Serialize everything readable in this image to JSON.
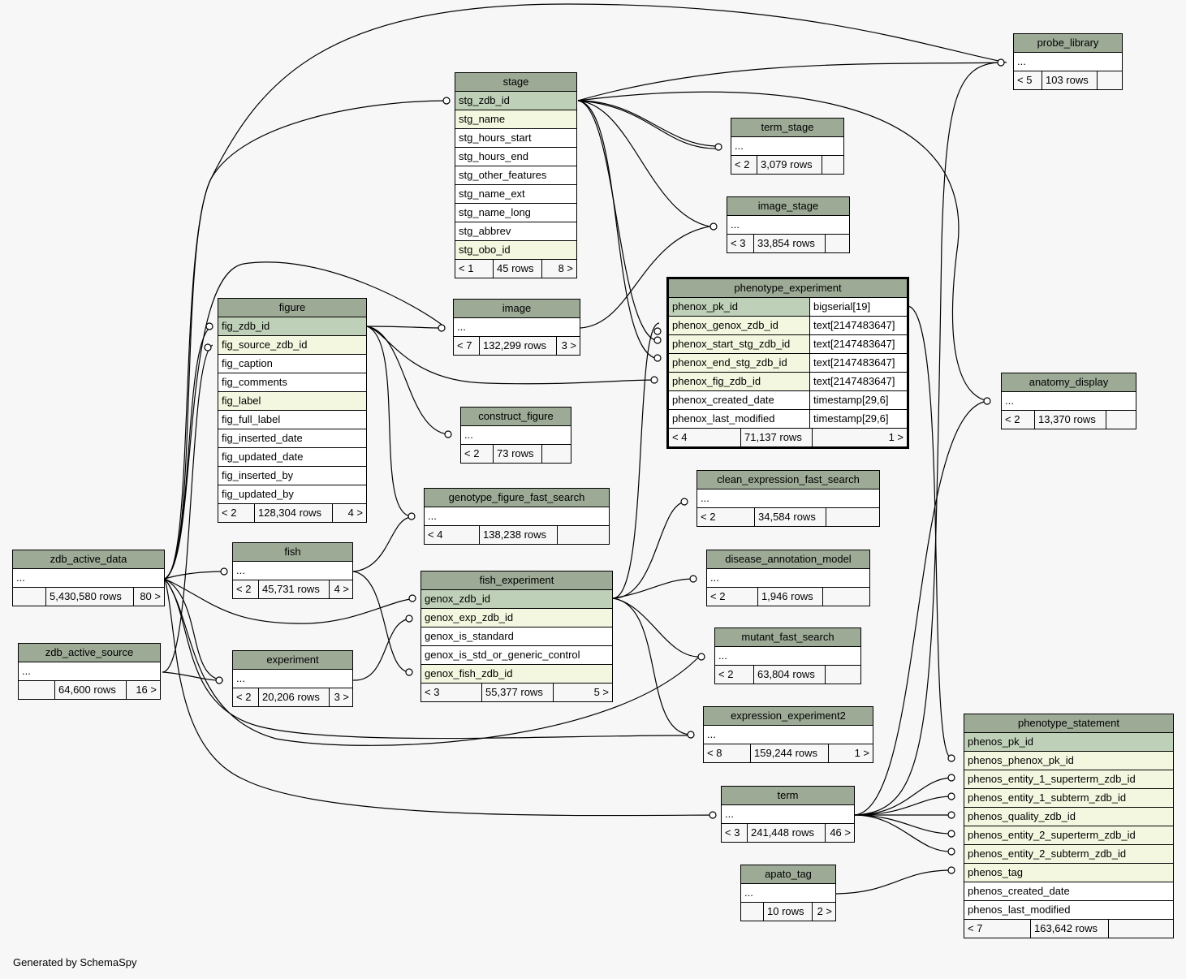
{
  "footer": "Generated by SchemaSpy",
  "colors": {
    "header": "#9caa96",
    "primary_key": "#bfd0b8",
    "foreign_key": "#f4f7df",
    "background": "#f7f7f7"
  },
  "tables": {
    "stage": {
      "name": "stage",
      "columns": [
        "stg_zdb_id",
        "stg_name",
        "stg_hours_start",
        "stg_hours_end",
        "stg_other_features",
        "stg_name_ext",
        "stg_name_long",
        "stg_abbrev",
        "stg_obo_id"
      ],
      "parents": "< 1",
      "rows": "45 rows",
      "children": "8 >"
    },
    "probe_library": {
      "name": "probe_library",
      "columns": [
        "..."
      ],
      "parents": "< 5",
      "rows": "103 rows",
      "children": ""
    },
    "term_stage": {
      "name": "term_stage",
      "columns": [
        "..."
      ],
      "parents": "< 2",
      "rows": "3,079 rows",
      "children": ""
    },
    "image_stage": {
      "name": "image_stage",
      "columns": [
        "..."
      ],
      "parents": "< 3",
      "rows": "33,854 rows",
      "children": ""
    },
    "phenotype_experiment": {
      "name": "phenotype_experiment",
      "columns": [
        {
          "name": "phenox_pk_id",
          "type": "bigserial[19]"
        },
        {
          "name": "phenox_genox_zdb_id",
          "type": "text[2147483647]"
        },
        {
          "name": "phenox_start_stg_zdb_id",
          "type": "text[2147483647]"
        },
        {
          "name": "phenox_end_stg_zdb_id",
          "type": "text[2147483647]"
        },
        {
          "name": "phenox_fig_zdb_id",
          "type": "text[2147483647]"
        },
        {
          "name": "phenox_created_date",
          "type": "timestamp[29,6]"
        },
        {
          "name": "phenox_last_modified",
          "type": "timestamp[29,6]"
        }
      ],
      "parents": "< 4",
      "rows": "71,137 rows",
      "children": "1 >"
    },
    "figure": {
      "name": "figure",
      "columns": [
        "fig_zdb_id",
        "fig_source_zdb_id",
        "fig_caption",
        "fig_comments",
        "fig_label",
        "fig_full_label",
        "fig_inserted_date",
        "fig_updated_date",
        "fig_inserted_by",
        "fig_updated_by"
      ],
      "parents": "< 2",
      "rows": "128,304 rows",
      "children": "4 >"
    },
    "image": {
      "name": "image",
      "columns": [
        "..."
      ],
      "parents": "< 7",
      "rows": "132,299 rows",
      "children": "3 >"
    },
    "construct_figure": {
      "name": "construct_figure",
      "columns": [
        "..."
      ],
      "parents": "< 2",
      "rows": "73 rows",
      "children": ""
    },
    "anatomy_display": {
      "name": "anatomy_display",
      "columns": [
        "..."
      ],
      "parents": "< 2",
      "rows": "13,370 rows",
      "children": ""
    },
    "genotype_figure_fast_search": {
      "name": "genotype_figure_fast_search",
      "columns": [
        "..."
      ],
      "parents": "< 4",
      "rows": "138,238 rows",
      "children": ""
    },
    "clean_expression_fast_search": {
      "name": "clean_expression_fast_search",
      "columns": [
        "..."
      ],
      "parents": "< 2",
      "rows": "34,584 rows",
      "children": ""
    },
    "zdb_active_data": {
      "name": "zdb_active_data",
      "columns": [
        "..."
      ],
      "parents": "",
      "rows": "5,430,580 rows",
      "children": "80 >"
    },
    "fish": {
      "name": "fish",
      "columns": [
        "..."
      ],
      "parents": "< 2",
      "rows": "45,731 rows",
      "children": "4 >"
    },
    "disease_annotation_model": {
      "name": "disease_annotation_model",
      "columns": [
        "..."
      ],
      "parents": "< 2",
      "rows": "1,946 rows",
      "children": ""
    },
    "fish_experiment": {
      "name": "fish_experiment",
      "columns": [
        "genox_zdb_id",
        "genox_exp_zdb_id",
        "genox_is_standard",
        "genox_is_std_or_generic_control",
        "genox_fish_zdb_id"
      ],
      "parents": "< 3",
      "rows": "55,377 rows",
      "children": "5 >"
    },
    "mutant_fast_search": {
      "name": "mutant_fast_search",
      "columns": [
        "..."
      ],
      "parents": "< 2",
      "rows": "63,804 rows",
      "children": ""
    },
    "zdb_active_source": {
      "name": "zdb_active_source",
      "columns": [
        "..."
      ],
      "parents": "",
      "rows": "64,600 rows",
      "children": "16 >"
    },
    "experiment": {
      "name": "experiment",
      "columns": [
        "..."
      ],
      "parents": "< 2",
      "rows": "20,206 rows",
      "children": "3 >"
    },
    "expression_experiment2": {
      "name": "expression_experiment2",
      "columns": [
        "..."
      ],
      "parents": "< 8",
      "rows": "159,244 rows",
      "children": "1 >"
    },
    "phenotype_statement": {
      "name": "phenotype_statement",
      "columns": [
        "phenos_pk_id",
        "phenos_phenox_pk_id",
        "phenos_entity_1_superterm_zdb_id",
        "phenos_entity_1_subterm_zdb_id",
        "phenos_quality_zdb_id",
        "phenos_entity_2_superterm_zdb_id",
        "phenos_entity_2_subterm_zdb_id",
        "phenos_tag",
        "phenos_created_date",
        "phenos_last_modified"
      ],
      "parents": "< 7",
      "rows": "163,642 rows",
      "children": ""
    },
    "term": {
      "name": "term",
      "columns": [
        "..."
      ],
      "parents": "< 3",
      "rows": "241,448 rows",
      "children": "46 >"
    },
    "apato_tag": {
      "name": "apato_tag",
      "columns": [
        "..."
      ],
      "parents": "",
      "rows": "10 rows",
      "children": "2 >"
    }
  }
}
